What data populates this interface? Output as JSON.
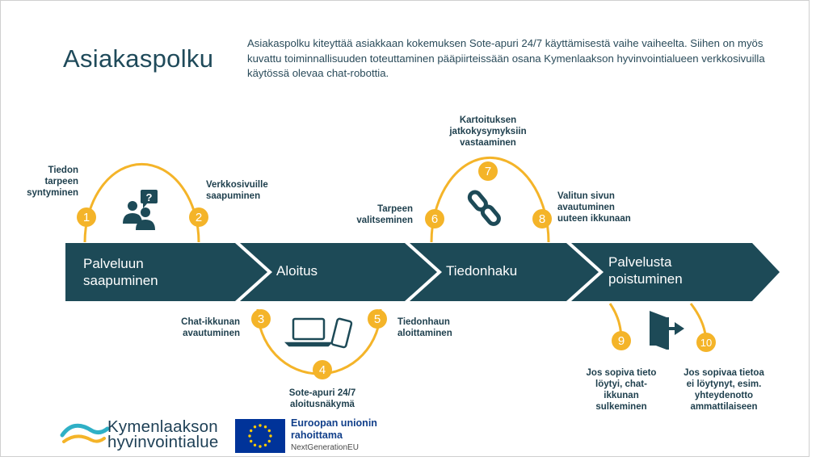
{
  "title": "Asiakaspolku",
  "intro": "Asiakaspolku kiteyttää asiakkaan kokemuksen Sote-apuri 24/7 käyttämisestä vaihe vaiheelta. Siihen on myös kuvattu toiminnallisuuden toteuttaminen pääpiirteissään osana Kymenlaakson hyvinvointialueen verkkosivuilla käytössä olevaa chat-robottia.",
  "stages": [
    {
      "line1": "Palveluun",
      "line2": "saapuminen"
    },
    {
      "line1": "Aloitus",
      "line2": ""
    },
    {
      "line1": "Tiedonhaku",
      "line2": ""
    },
    {
      "line1": "Palvelusta",
      "line2": "poistuminen"
    }
  ],
  "steps": [
    {
      "num": "1",
      "lines": [
        "Tiedon",
        "tarpeen",
        "syntyminen"
      ]
    },
    {
      "num": "2",
      "lines": [
        "Verkkosivuille",
        "saapuminen"
      ]
    },
    {
      "num": "3",
      "lines": [
        "Chat-ikkunan",
        "avautuminen"
      ]
    },
    {
      "num": "4",
      "lines": [
        "Sote-apuri 24/7",
        "aloitusnäkymä"
      ]
    },
    {
      "num": "5",
      "lines": [
        "Tiedonhaun",
        "aloittaminen"
      ]
    },
    {
      "num": "6",
      "lines": [
        "Tarpeen",
        "valitseminen"
      ]
    },
    {
      "num": "7",
      "lines": [
        "Kartoituksen",
        "jatkokysymyksiin",
        "vastaaminen"
      ]
    },
    {
      "num": "8",
      "lines": [
        "Valitun sivun",
        "avautuminen",
        "uuteen ikkunaan"
      ]
    },
    {
      "num": "9",
      "lines": [
        "Jos sopiva tieto",
        "löytyi, chat-",
        "ikkunan",
        "sulkeminen"
      ]
    },
    {
      "num": "10",
      "lines": [
        "Jos sopivaa tietoa",
        "ei löytynyt, esim.",
        "yhteydenotto",
        "ammattilaiseen"
      ]
    }
  ],
  "icons": {
    "stage1": "users-question-icon",
    "stage2": "laptop-phone-icon",
    "stage3": "link-chain-icon",
    "stage4": "exit-door-icon"
  },
  "footer": {
    "org_line1": "Kymenlaakson",
    "org_line2": "hyvinvointialue",
    "eu_line1": "Euroopan unionin",
    "eu_line2": "rahoittama",
    "eu_sub": "NextGenerationEU"
  },
  "colors": {
    "arrow": "#1d4a57",
    "accent": "#f4b429",
    "eu_blue": "#003399",
    "eu_star": "#ffcc00"
  }
}
